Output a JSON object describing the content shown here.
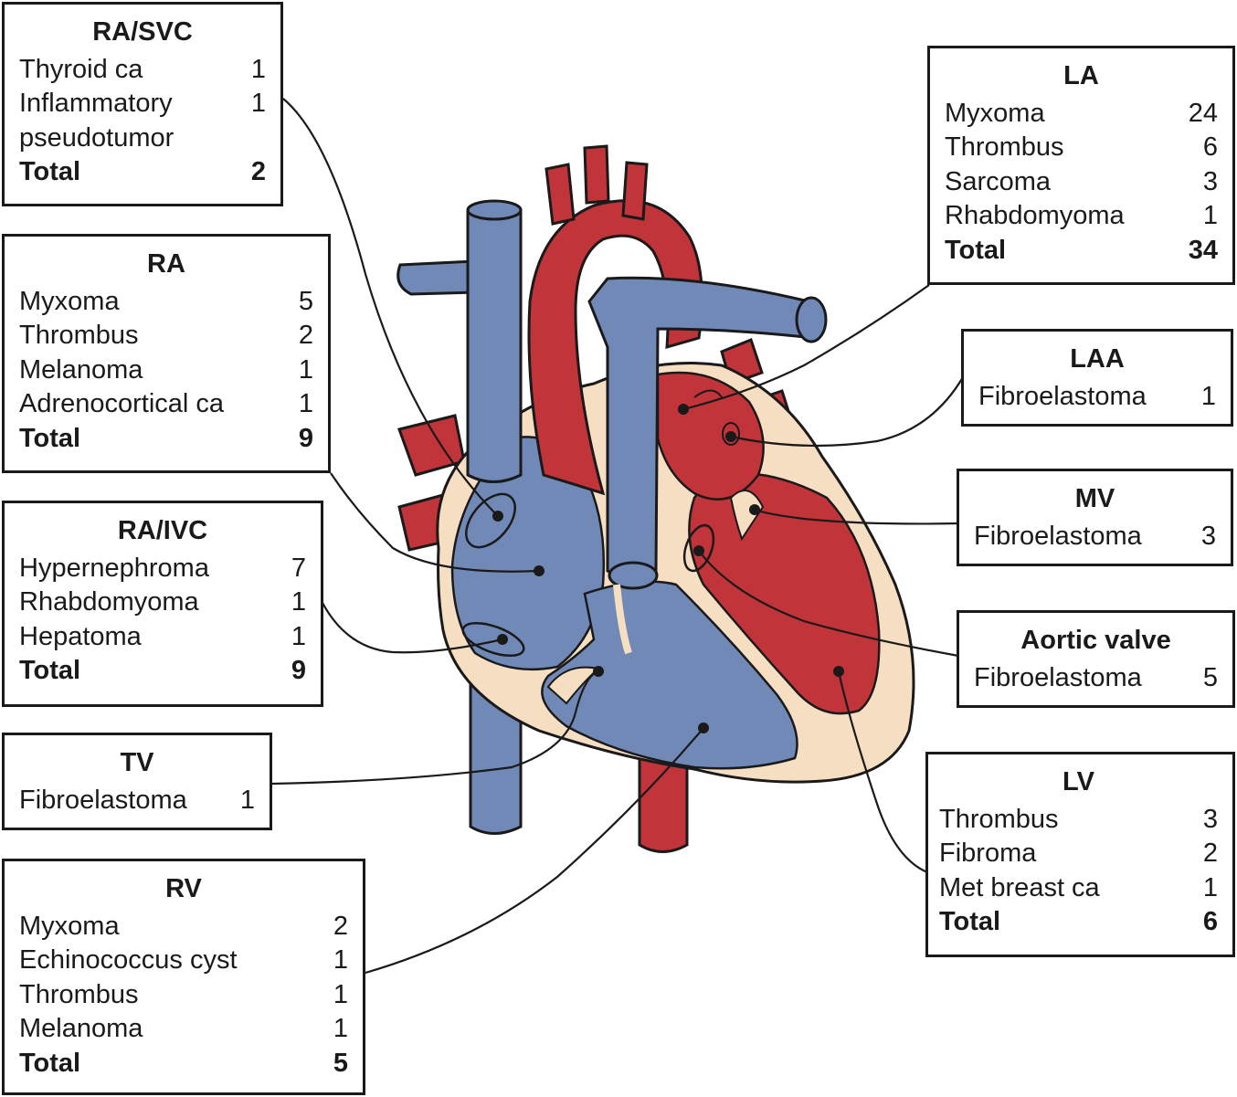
{
  "colors": {
    "blood_oxygenated": "#C0343A",
    "blood_deoxygenated": "#7189B7",
    "myocardium": "#F6DEC3",
    "outline": "#1a1a1a"
  },
  "boxes": {
    "ra_svc": {
      "title": "RA/SVC",
      "rows": [
        {
          "label": "Thyroid ca",
          "count": "1"
        },
        {
          "label": "Inflammatory\npseudotumor",
          "count": "1"
        }
      ],
      "total": {
        "label": "Total",
        "count": "2"
      }
    },
    "ra": {
      "title": "RA",
      "rows": [
        {
          "label": "Myxoma",
          "count": "5"
        },
        {
          "label": "Thrombus",
          "count": "2"
        },
        {
          "label": "Melanoma",
          "count": "1"
        },
        {
          "label": "Adrenocortical ca",
          "count": "1"
        }
      ],
      "total": {
        "label": "Total",
        "count": "9"
      }
    },
    "ra_ivc": {
      "title": "RA/IVC",
      "rows": [
        {
          "label": "Hypernephroma",
          "count": "7"
        },
        {
          "label": "Rhabdomyoma",
          "count": "1"
        },
        {
          "label": "Hepatoma",
          "count": "1"
        }
      ],
      "total": {
        "label": "Total",
        "count": "9"
      }
    },
    "tv": {
      "title": "TV",
      "rows": [
        {
          "label": "Fibroelastoma",
          "count": "1"
        }
      ]
    },
    "rv": {
      "title": "RV",
      "rows": [
        {
          "label": "Myxoma",
          "count": "2"
        },
        {
          "label": "Echinococcus cyst",
          "count": "1"
        },
        {
          "label": "Thrombus",
          "count": "1"
        },
        {
          "label": "Melanoma",
          "count": "1"
        }
      ],
      "total": {
        "label": "Total",
        "count": "5"
      }
    },
    "la": {
      "title": "LA",
      "rows": [
        {
          "label": "Myxoma",
          "count": "24"
        },
        {
          "label": "Thrombus",
          "count": "6"
        },
        {
          "label": "Sarcoma",
          "count": "3"
        },
        {
          "label": "Rhabdomyoma",
          "count": "1"
        }
      ],
      "total": {
        "label": "Total",
        "count": "34"
      }
    },
    "laa": {
      "title": "LAA",
      "rows": [
        {
          "label": "Fibroelastoma",
          "count": "1"
        }
      ]
    },
    "mv": {
      "title": "MV",
      "rows": [
        {
          "label": "Fibroelastoma",
          "count": "3"
        }
      ]
    },
    "aortic_valve": {
      "title": "Aortic valve",
      "rows": [
        {
          "label": "Fibroelastoma",
          "count": "5"
        }
      ]
    },
    "lv": {
      "title": "LV",
      "rows": [
        {
          "label": "Thrombus",
          "count": "3"
        },
        {
          "label": "Fibroma",
          "count": "2"
        },
        {
          "label": "Met breast ca",
          "count": "1"
        }
      ],
      "total": {
        "label": "Total",
        "count": "6"
      }
    }
  }
}
